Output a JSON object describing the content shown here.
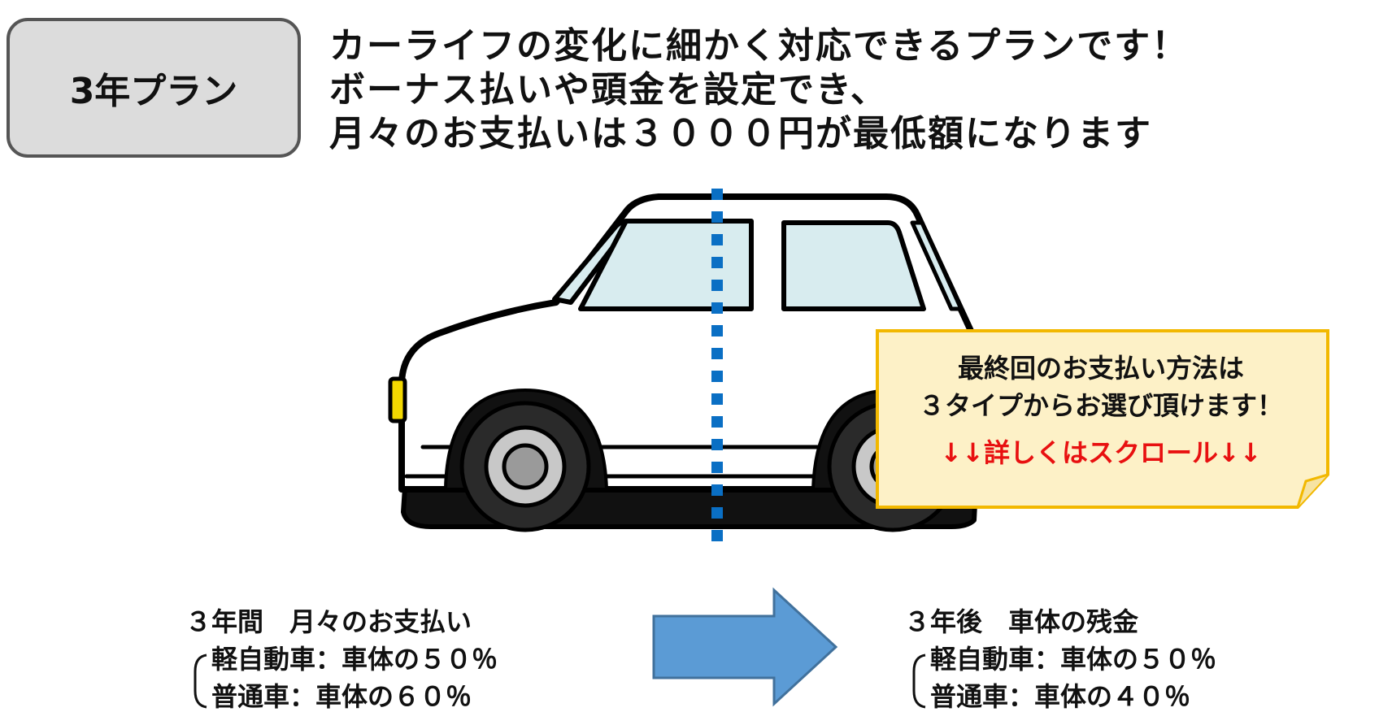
{
  "badge": {
    "label": "3年プラン"
  },
  "headline": {
    "lines": [
      "カーライフの変化に細かく対応できるプランです！",
      "ボーナス払いや頭金を設定でき、",
      "月々のお支払いは３０００円が最低額になります"
    ]
  },
  "callout": {
    "line1": "最終回のお支払い方法は",
    "line2": "３タイプからお選び頂けます！",
    "scroll": "↓↓詳しくはスクロール↓↓"
  },
  "monthly": {
    "title": "３年間　月々のお支払い",
    "kei": "軽自動車：車体の５０％",
    "normal": "普通車：車体の６０％"
  },
  "residual": {
    "title": "３年後　車体の残金",
    "kei": "軽自動車：車体の５０％",
    "normal": "普通車：車体の４０％"
  },
  "colors": {
    "divider": "#0a6fc4",
    "arrow_fill": "#5b9bd5",
    "arrow_stroke": "#41719c",
    "callout_fill": "#fdf1c7",
    "callout_border": "#f2b800",
    "scroll_text": "#e81010",
    "badge_fill": "#dcdcdc"
  }
}
